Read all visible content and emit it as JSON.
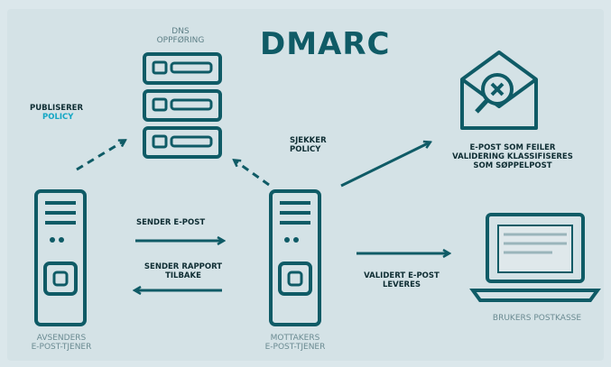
{
  "title": "DMARC",
  "dns_label": [
    "DNS",
    "OPPFØRING"
  ],
  "publishes": [
    "PUBLISERER",
    "POLICY"
  ],
  "checks": [
    "SJEKKER",
    "POLICY"
  ],
  "spam_note": [
    "E-POST SOM FEILER",
    "VALIDERING KLASSIFISERES",
    "SOM SØPPELPOST"
  ],
  "sends_mail": "SENDER E-POST",
  "sends_report": [
    "SENDER RAPPORT",
    "TILBAKE"
  ],
  "validated": [
    "VALIDERT E-POST",
    "LEVERES"
  ],
  "sender_server": [
    "AVSENDERS",
    "E-POST-TJENER"
  ],
  "receiver_server": [
    "MOTTAKERS",
    "E-POST-TJENER"
  ],
  "user_inbox": "BRUKERS POSTKASSE",
  "colors": {
    "primary": "#0f5b66",
    "accent": "#12a6c4",
    "background": "#d4e2e6"
  }
}
